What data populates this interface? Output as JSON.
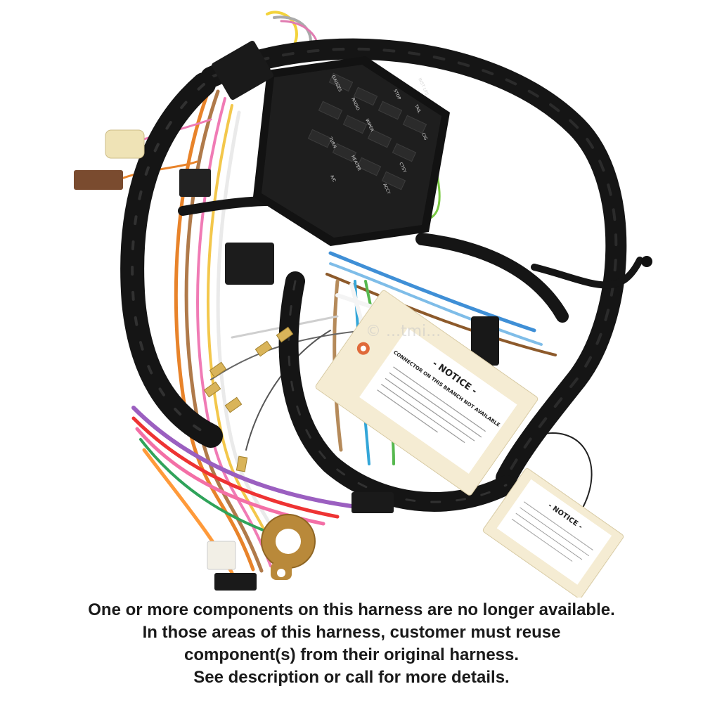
{
  "caption": {
    "lines": [
      "One or more components on this harness are no longer available.",
      "In those areas of this harness, customer must reuse",
      "component(s) from their original harness.",
      "See description or call for more details."
    ]
  },
  "tags": {
    "main_heading": "- NOTICE -",
    "main_subheading": "CONNECTOR ON THIS BRANCH NOT AVAILABLE",
    "second_heading": "- NOTICE -"
  },
  "fuse_block": {
    "labels": [
      "GAUGES",
      "WIPER",
      "RADIO",
      "TURN",
      "HEATER",
      "STOP",
      "TAIL",
      "CTSY",
      "ACCY",
      "INST LPS",
      "A/C",
      "CIG"
    ]
  },
  "watermark": "© ...tmi..."
}
